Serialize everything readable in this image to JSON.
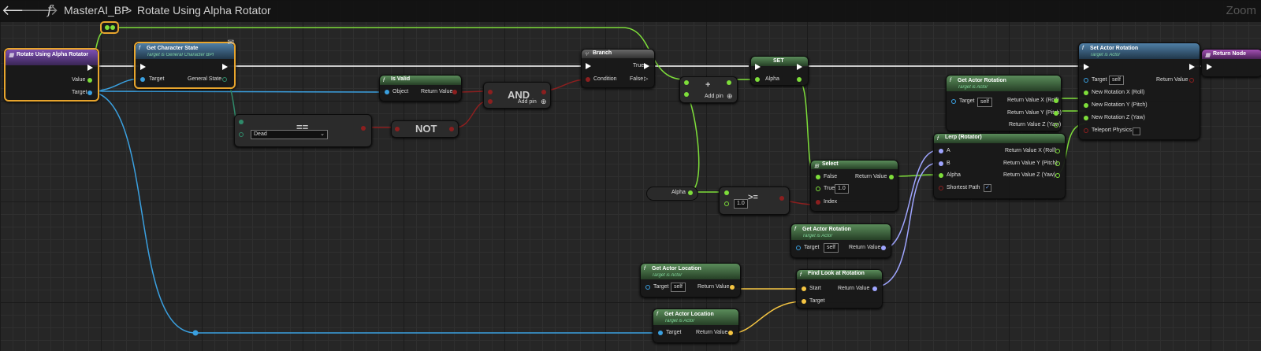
{
  "toolbar": {
    "back": "🡐",
    "forward": "🡒",
    "function_symbol": "f",
    "blueprint": "MasterAI_BP",
    "separator": ">",
    "graph": "Rotate Using Alpha Rotator",
    "zoom": "Zoom"
  },
  "colors": {
    "exec": "#ffffff",
    "bool": "#8c1f1f",
    "float": "#7ede3a",
    "object": "#3aa0e0",
    "rotator": "#9fa5ff",
    "vector": "#f5c542",
    "byte": "#2f8a6a",
    "selected": "#e8a52d"
  },
  "nodes": {
    "entry": {
      "title": "Rotate Using Alpha Rotator",
      "pins": [
        "Value",
        "Target"
      ]
    },
    "get_char_state": {
      "title": "Get Character State",
      "subtitle": "Target is General Character BPI",
      "in_pin": "Target",
      "out_pin": "General State"
    },
    "is_valid": {
      "title": "Is Valid",
      "in_pin": "Object",
      "out_pin": "Return Value"
    },
    "and": {
      "label": "AND",
      "add_pin": "Add pin"
    },
    "equal": {
      "label": "==",
      "enum_value": "Dead"
    },
    "not": {
      "label": "NOT"
    },
    "branch": {
      "title": "Branch",
      "condition": "Condition",
      "true": "True",
      "false": "False"
    },
    "add": {
      "label": "+",
      "add_pin": "Add pin"
    },
    "set": {
      "title": "SET",
      "var": "Alpha"
    },
    "get_actor_rot_1": {
      "title": "Get Actor Rotation",
      "subtitle": "Target is Actor",
      "target": "Target",
      "self": "self",
      "outs": [
        "Return Value X (Roll)",
        "Return Value Y (Pitch)",
        "Return Value Z (Yaw)"
      ]
    },
    "set_actor_rot": {
      "title": "Set Actor Rotation",
      "subtitle": "Target is Actor",
      "target": "Target",
      "self": "self",
      "ret": "Return Value",
      "ins": [
        "New Rotation X (Roll)",
        "New Rotation Y (Pitch)",
        "New Rotation Z (Yaw)",
        "Teleport Physics"
      ]
    },
    "return_node": {
      "title": "Return Node"
    },
    "lerp": {
      "title": "Lerp (Rotator)",
      "ins": [
        "A",
        "B",
        "Alpha",
        "Shortest Path"
      ],
      "outs": [
        "Return Value X (Roll)",
        "Return Value Y (Pitch)",
        "Return Value Z (Yaw)"
      ]
    },
    "select": {
      "title": "Select",
      "false": "False",
      "true": "True",
      "true_val": "1.0",
      "index": "Index",
      "ret": "Return Value"
    },
    "alpha_get": {
      "label": "Alpha"
    },
    "gte": {
      "label": ">=",
      "val": "1.0"
    },
    "get_actor_rot_2": {
      "title": "Get Actor Rotation",
      "subtitle": "Target is Actor",
      "target": "Target",
      "self": "self",
      "ret": "Return Value"
    },
    "get_actor_loc_1": {
      "title": "Get Actor Location",
      "subtitle": "Target is Actor",
      "target": "Target",
      "self": "self",
      "ret": "Return Value"
    },
    "find_look": {
      "title": "Find Look at Rotation",
      "start": "Start",
      "target": "Target",
      "ret": "Return Value"
    },
    "get_actor_loc_2": {
      "title": "Get Actor Location",
      "subtitle": "Target is Actor",
      "target": "Target",
      "ret": "Return Value"
    }
  }
}
